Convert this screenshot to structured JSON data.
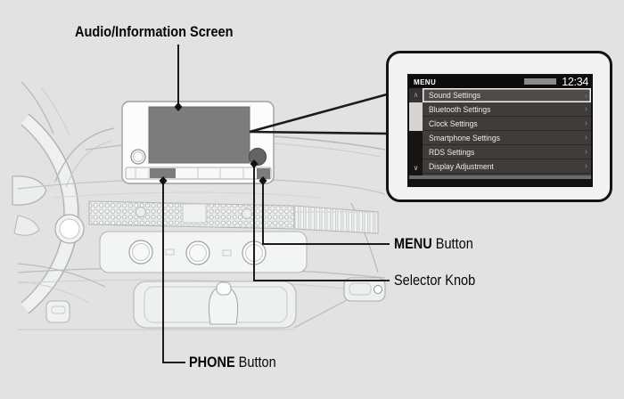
{
  "page": {
    "background": "#e2e2e2"
  },
  "callouts": {
    "audio_screen": {
      "label": "Audio/Information Screen"
    },
    "menu_button": {
      "label_bold": "MENU",
      "label_rest": " Button"
    },
    "selector_knob": {
      "label": "Selector Knob"
    },
    "phone_button": {
      "label_bold": "PHONE",
      "label_rest": " Button"
    }
  },
  "inset_screen": {
    "header": {
      "title": "MENU",
      "time": "12:34"
    },
    "icons": {
      "scroll_up": "∧",
      "scroll_down": "∨",
      "item_arrow": "›"
    },
    "menu_items": [
      {
        "label": "Sound Settings",
        "selected": true
      },
      {
        "label": "Bluetooth Settings",
        "selected": false
      },
      {
        "label": "Clock Settings",
        "selected": false
      },
      {
        "label": "Smartphone Settings",
        "selected": false
      },
      {
        "label": "RDS Settings",
        "selected": false
      },
      {
        "label": "Display Adjustment",
        "selected": false
      }
    ],
    "colors": {
      "screen_bg": "#3f3c3b",
      "header_bg": "#0c0c0c",
      "selected_bg": "#4d4a48",
      "selected_border": "#f2f2f0",
      "item_text": "#edecea"
    }
  }
}
